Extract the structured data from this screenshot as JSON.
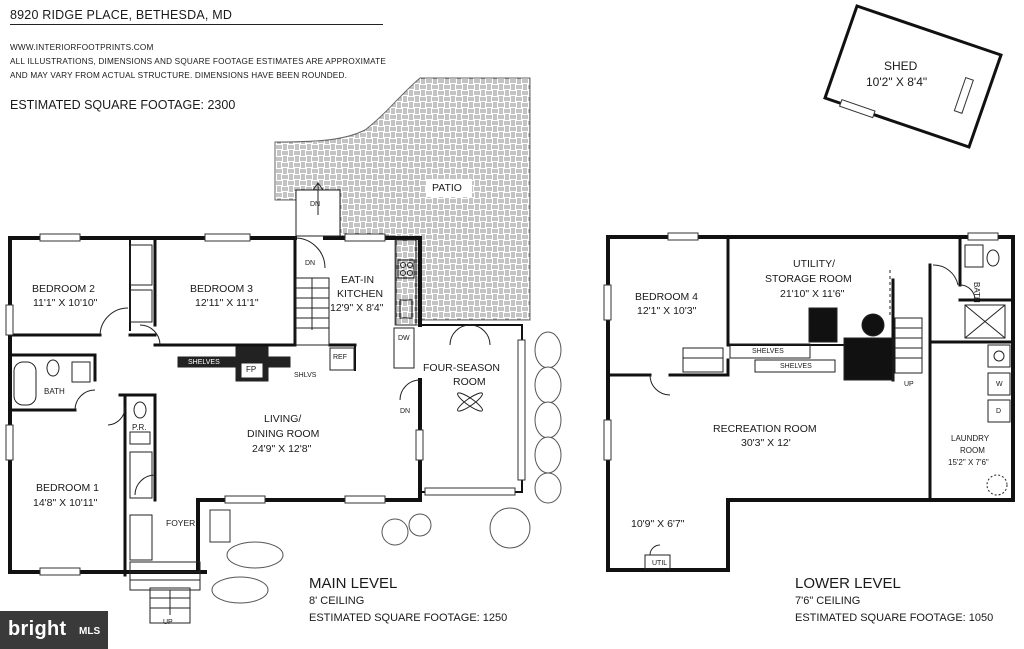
{
  "header": {
    "address": "8920 RIDGE PLACE, BETHESDA, MD",
    "website": "WWW.INTERIORFOOTPRINTS.COM",
    "disclaimer_line1": "ALL ILLUSTRATIONS, DIMENSIONS AND SQUARE FOOTAGE ESTIMATES ARE APPROXIMATE",
    "disclaimer_line2": "AND MAY VARY FROM ACTUAL STRUCTURE. DIMENSIONS HAVE BEEN ROUNDED.",
    "total_sqft": "ESTIMATED SQUARE FOOTAGE: 2300"
  },
  "shed": {
    "name": "SHED",
    "dims": "10'2\" X 8'4\""
  },
  "main_level": {
    "title": "MAIN LEVEL",
    "ceiling": "8' CEILING",
    "sqft": "ESTIMATED SQUARE FOOTAGE: 1250",
    "rooms": {
      "bedroom2": {
        "name": "BEDROOM 2",
        "dims": "11'1\" X 10'10\""
      },
      "bedroom3": {
        "name": "BEDROOM 3",
        "dims": "12'11\" X 11'1\""
      },
      "kitchen": {
        "name1": "EAT-IN",
        "name2": "KITCHEN",
        "dims": "12'9\" X 8'4\""
      },
      "patio": {
        "name": "PATIO"
      },
      "four_season": {
        "name1": "FOUR-SEASON",
        "name2": "ROOM"
      },
      "living": {
        "name1": "LIVING/",
        "name2": "DINING ROOM",
        "dims": "24'9\" X 12'8\""
      },
      "bedroom1": {
        "name": "BEDROOM 1",
        "dims": "14'8\" X 10'11\""
      },
      "bath": {
        "name": "BATH"
      },
      "pr": {
        "name": "P.R."
      },
      "foyer": {
        "name": "FOYER"
      }
    },
    "labels": {
      "dn_top": "DN",
      "dn_stair": "DN",
      "dn_four": "DN",
      "shelves": "SHELVES",
      "fp": "FP",
      "shlvs": "SHLVS",
      "ref": "REF",
      "dw": "DW",
      "up": "UP"
    }
  },
  "lower_level": {
    "title": "LOWER LEVEL",
    "ceiling": "7'6\" CEILING",
    "sqft": "ESTIMATED SQUARE FOOTAGE: 1050",
    "rooms": {
      "bedroom4": {
        "name": "BEDROOM 4",
        "dims": "12'1\" X 10'3\""
      },
      "utility": {
        "name1": "UTILITY/",
        "name2": "STORAGE ROOM",
        "dims": "21'10\" X 11'6\""
      },
      "recreation": {
        "name": "RECREATION ROOM",
        "dims": "30'3\" X 12'"
      },
      "alcove": {
        "dims": "10'9\" X 6'7\""
      },
      "laundry": {
        "name1": "LAUNDRY",
        "name2": "ROOM",
        "dims": "15'2\" X 7'6\""
      },
      "bath": {
        "name": "BATH"
      }
    },
    "labels": {
      "shelves1": "SHELVES",
      "shelves2": "SHELVES",
      "up": "UP",
      "util": "UTIL",
      "w": "W",
      "d": "D"
    }
  },
  "branding": {
    "logo_text": "bright",
    "logo_suffix": "MLS"
  }
}
